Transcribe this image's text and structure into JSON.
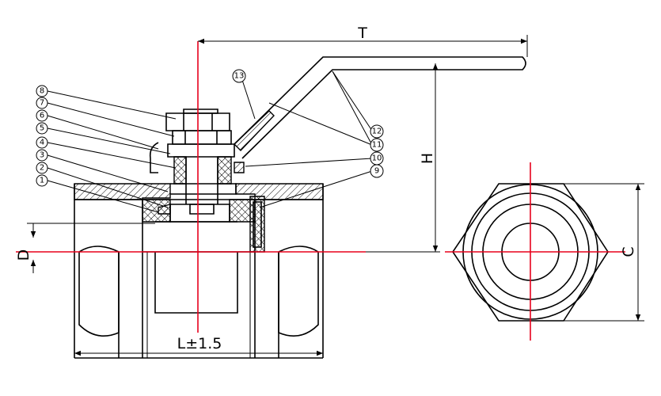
{
  "dimensions": {
    "T": "T",
    "H": "H",
    "C": "C",
    "D": "D",
    "L": "L±1.5"
  },
  "part_numbers": [
    "1",
    "2",
    "3",
    "4",
    "5",
    "6",
    "7",
    "8",
    "9",
    "10",
    "11",
    "12",
    "13"
  ],
  "colors": {
    "outline": "#000000",
    "centerline": "#e8001c"
  }
}
